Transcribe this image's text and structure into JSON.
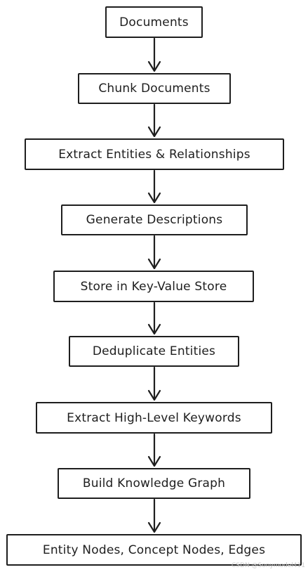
{
  "flowchart": {
    "nodes": [
      "Documents",
      "Chunk Documents",
      "Extract Entities & Relationships",
      "Generate Descriptions",
      "Store in Key-Value Store",
      "Deduplicate Entities",
      "Extract High-Level Keywords",
      "Build Knowledge Graph",
      "Entity Nodes, Concept Nodes, Edges"
    ],
    "line_color": "#1e1e1e",
    "background": "#ffffff"
  },
  "watermark": "CSDN @Sonymodel411"
}
